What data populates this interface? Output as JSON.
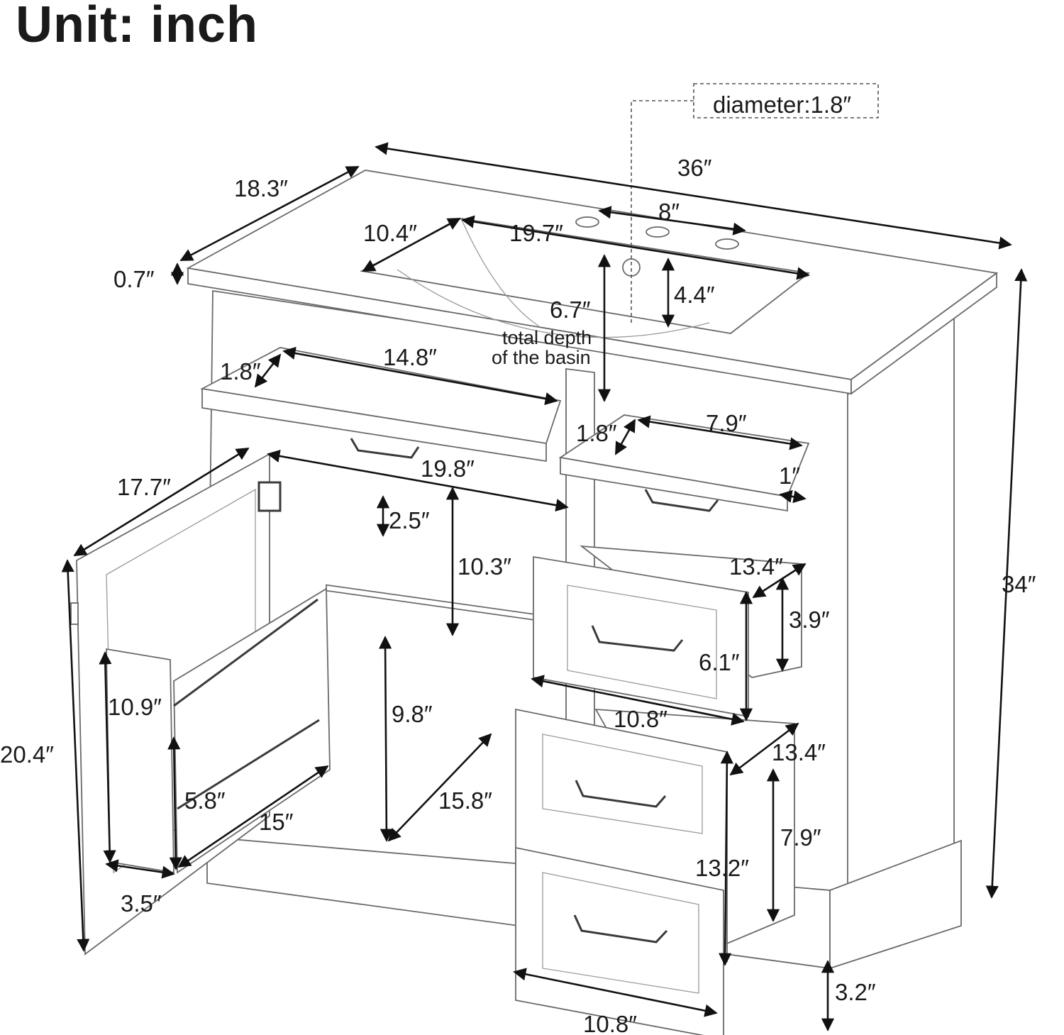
{
  "title": "Unit: inch",
  "note_box": "diameter:1.8″",
  "basin_note": [
    "total depth",
    "of the basin"
  ],
  "dimensions": {
    "top_width": "36″",
    "top_depth": "18.3″",
    "top_thickness": "0.7″",
    "faucet_spread": "8″",
    "basin_depth": "10.4″",
    "basin_width": "19.7″",
    "basin_total_depth": "6.7″",
    "basin_inner_depth": "4.4″",
    "left_drawer_width": "14.8″",
    "left_drawer_height": "1.8″",
    "right_drawer_height": "1.8″",
    "right_drawer_width": "7.9″",
    "right_drawer_depth": "1″",
    "cabinet_opening_width": "19.8″",
    "door_width": "17.7″",
    "upper_shelf_gap": "2.5″",
    "upper_compartment_height": "10.3″",
    "drawer_depth_upper": "13.4″",
    "drawer_inner_height_upper": "3.9″",
    "drawer_front_height_upper": "6.1″",
    "drawer_width_upper": "10.8″",
    "total_height": "34″",
    "door_height": "20.4″",
    "door_rack_upper": "10.9″",
    "door_rack_lower": "5.8″",
    "door_rack_width": "15″",
    "door_rack_depth": "3.5″",
    "lower_compartment_height": "9.8″",
    "cabinet_depth": "15.8″",
    "drawer_depth_lower": "13.4″",
    "drawer_inner_height_lower": "7.9″",
    "drawer_front_height_lower": "13.2″",
    "drawer_width_lower": "10.8″",
    "toe_kick_height": "3.2″"
  }
}
